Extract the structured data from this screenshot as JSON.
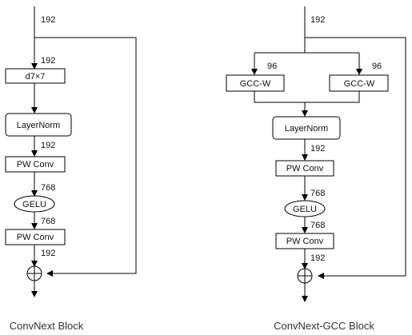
{
  "left": {
    "caption": "ConvNext Block",
    "input_dim": "192",
    "conv_dim": "192",
    "dwconv": "d7×7",
    "layernorm": "LayerNorm",
    "ln_out_dim": "192",
    "pwconv1": "PW Conv",
    "pw1_out_dim": "768",
    "gelu": "GELU",
    "gelu_out_dim": "768",
    "pwconv2": "PW Conv",
    "pw2_out_dim": "192"
  },
  "right": {
    "caption": "ConvNext-GCC Block",
    "input_dim": "192",
    "split_left_dim": "96",
    "split_right_dim": "96",
    "gcc_left": "GCC-W",
    "gcc_right": "GCC-W",
    "layernorm": "LayerNorm",
    "ln_out_dim": "192",
    "pwconv1": "PW Conv",
    "pw1_out_dim": "768",
    "gelu": "GELU",
    "gelu_out_dim": "768",
    "pwconv2": "PW Conv",
    "pw2_out_dim": "192"
  }
}
